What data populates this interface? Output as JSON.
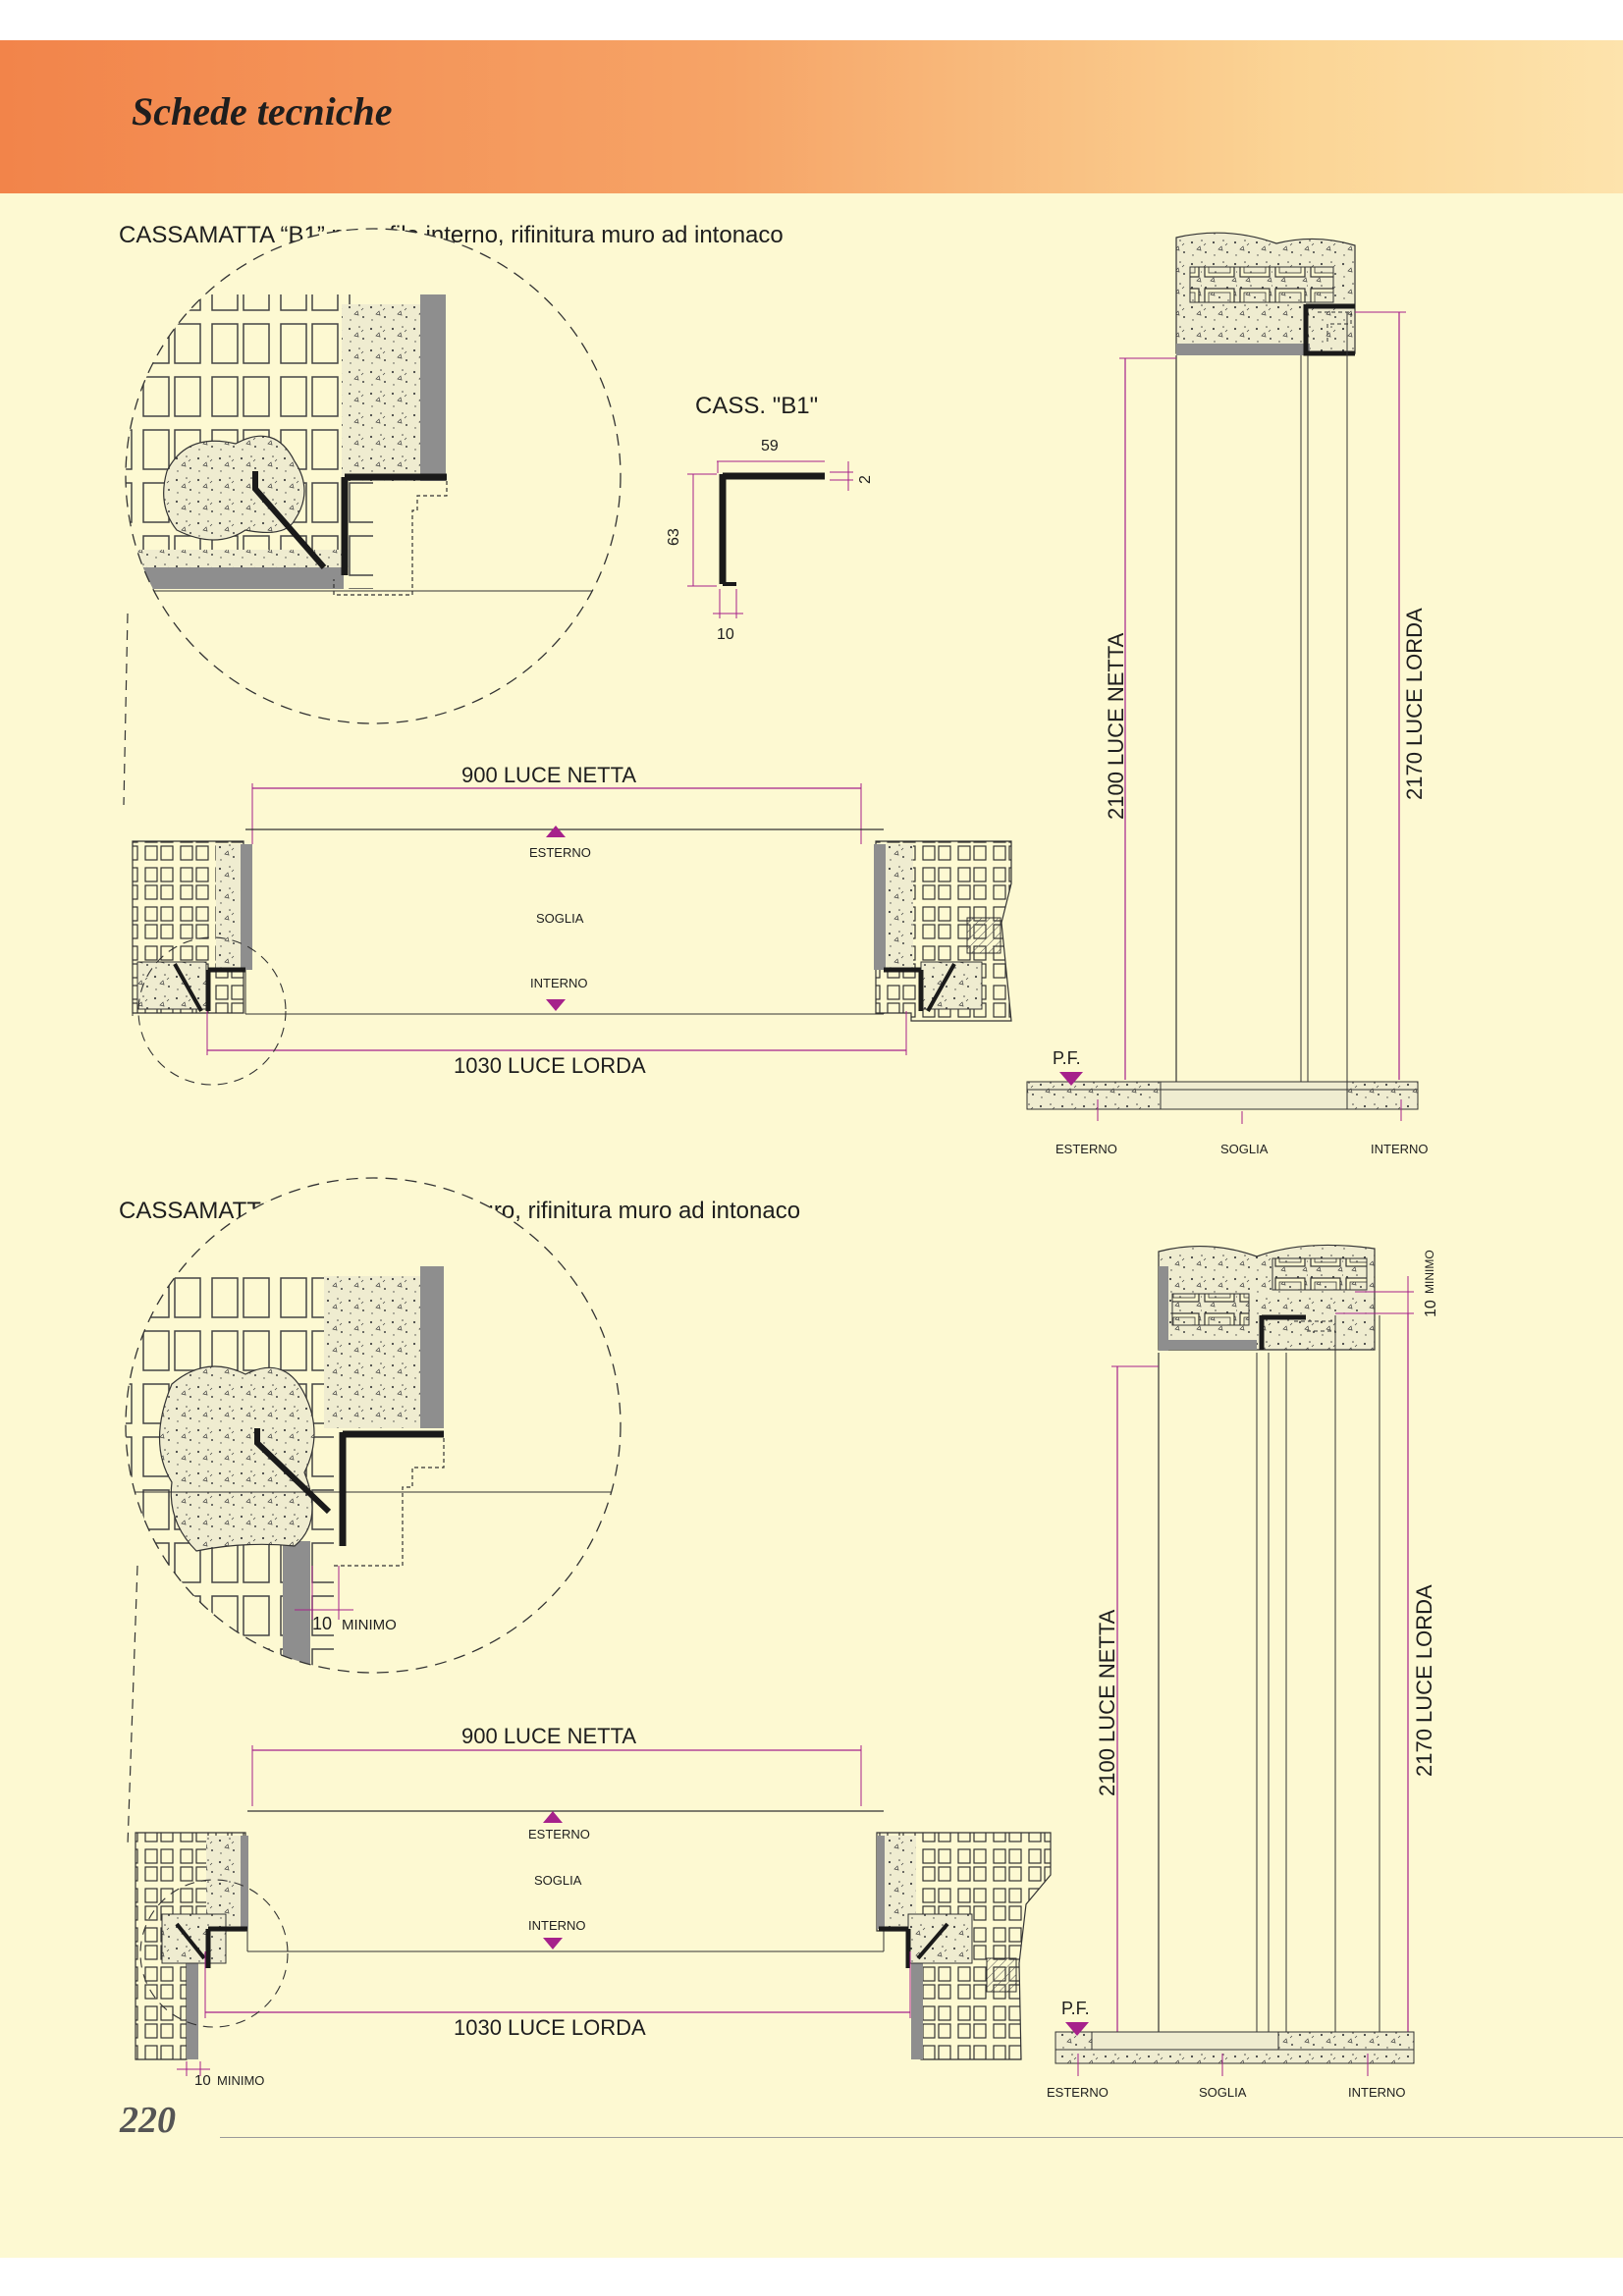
{
  "header": {
    "title": "Schede tecniche"
  },
  "section1": {
    "title": "CASSAMATTA “B1” posa filo interno, rifinitura muro ad intonaco",
    "profile": {
      "title": "CASS. \"B1\"",
      "dim_width": "59",
      "dim_thickness": "2",
      "dim_height": "63",
      "dim_flange": "10"
    },
    "plan": {
      "net_width": "900 LUCE NETTA",
      "gross_width": "1030 LUCE LORDA",
      "exterior": "ESTERNO",
      "threshold": "SOGLIA",
      "interior": "INTERNO"
    },
    "section": {
      "net_height": "2100 LUCE NETTA",
      "gross_height": "2170 LUCE LORDA",
      "floor": "P.F.",
      "exterior": "ESTERNO",
      "threshold": "SOGLIA",
      "interior": "INTERNO"
    }
  },
  "section2": {
    "title": "CASSAMATTA “B1” posa centro muro, rifinitura muro ad intonaco",
    "detail": {
      "min_value": "10",
      "min_label": "MINIMO"
    },
    "plan": {
      "net_width": "900 LUCE NETTA",
      "gross_width": "1030 LUCE LORDA",
      "exterior": "ESTERNO",
      "threshold": "SOGLIA",
      "interior": "INTERNO",
      "min_value": "10",
      "min_label": "MINIMO"
    },
    "section": {
      "net_height": "2100 LUCE NETTA",
      "gross_height": "2170 LUCE LORDA",
      "floor": "P.F.",
      "exterior": "ESTERNO",
      "threshold": "SOGLIA",
      "interior": "INTERNO",
      "min_value": "10",
      "min_label": "MINIMO"
    }
  },
  "page_number": "220",
  "colors": {
    "accent": "#a6218b",
    "header_start": "#f2844a",
    "header_end": "#fde3ac",
    "background": "#fdf9d2"
  }
}
